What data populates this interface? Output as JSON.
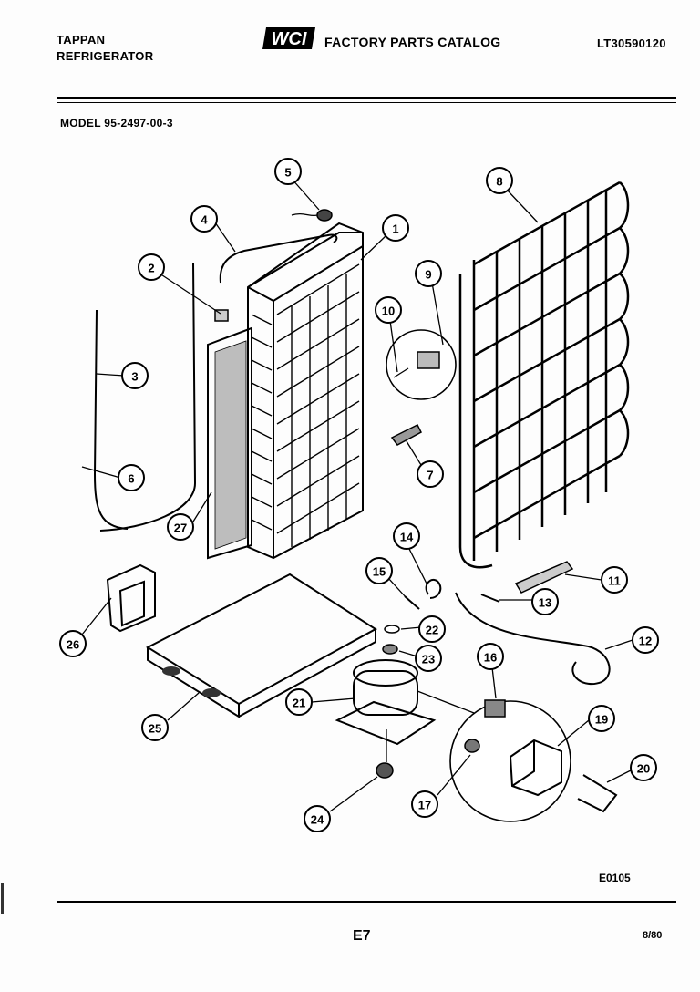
{
  "header": {
    "brand_line1": "TAPPAN",
    "brand_line2": "REFRIGERATOR",
    "logo_text": "WCI",
    "catalog_title": "FACTORY PARTS CATALOG",
    "catalog_number": "LT30590120",
    "model_label": "MODEL 95-2497-00-3"
  },
  "callouts": [
    "1",
    "2",
    "3",
    "4",
    "5",
    "6",
    "7",
    "8",
    "9",
    "10",
    "11",
    "12",
    "13",
    "14",
    "15",
    "16",
    "17",
    "19",
    "20",
    "21",
    "22",
    "23",
    "24",
    "25",
    "26",
    "27"
  ],
  "footer": {
    "drawing_code": "E0105",
    "page_code": "E7",
    "date_code": "8/80"
  }
}
